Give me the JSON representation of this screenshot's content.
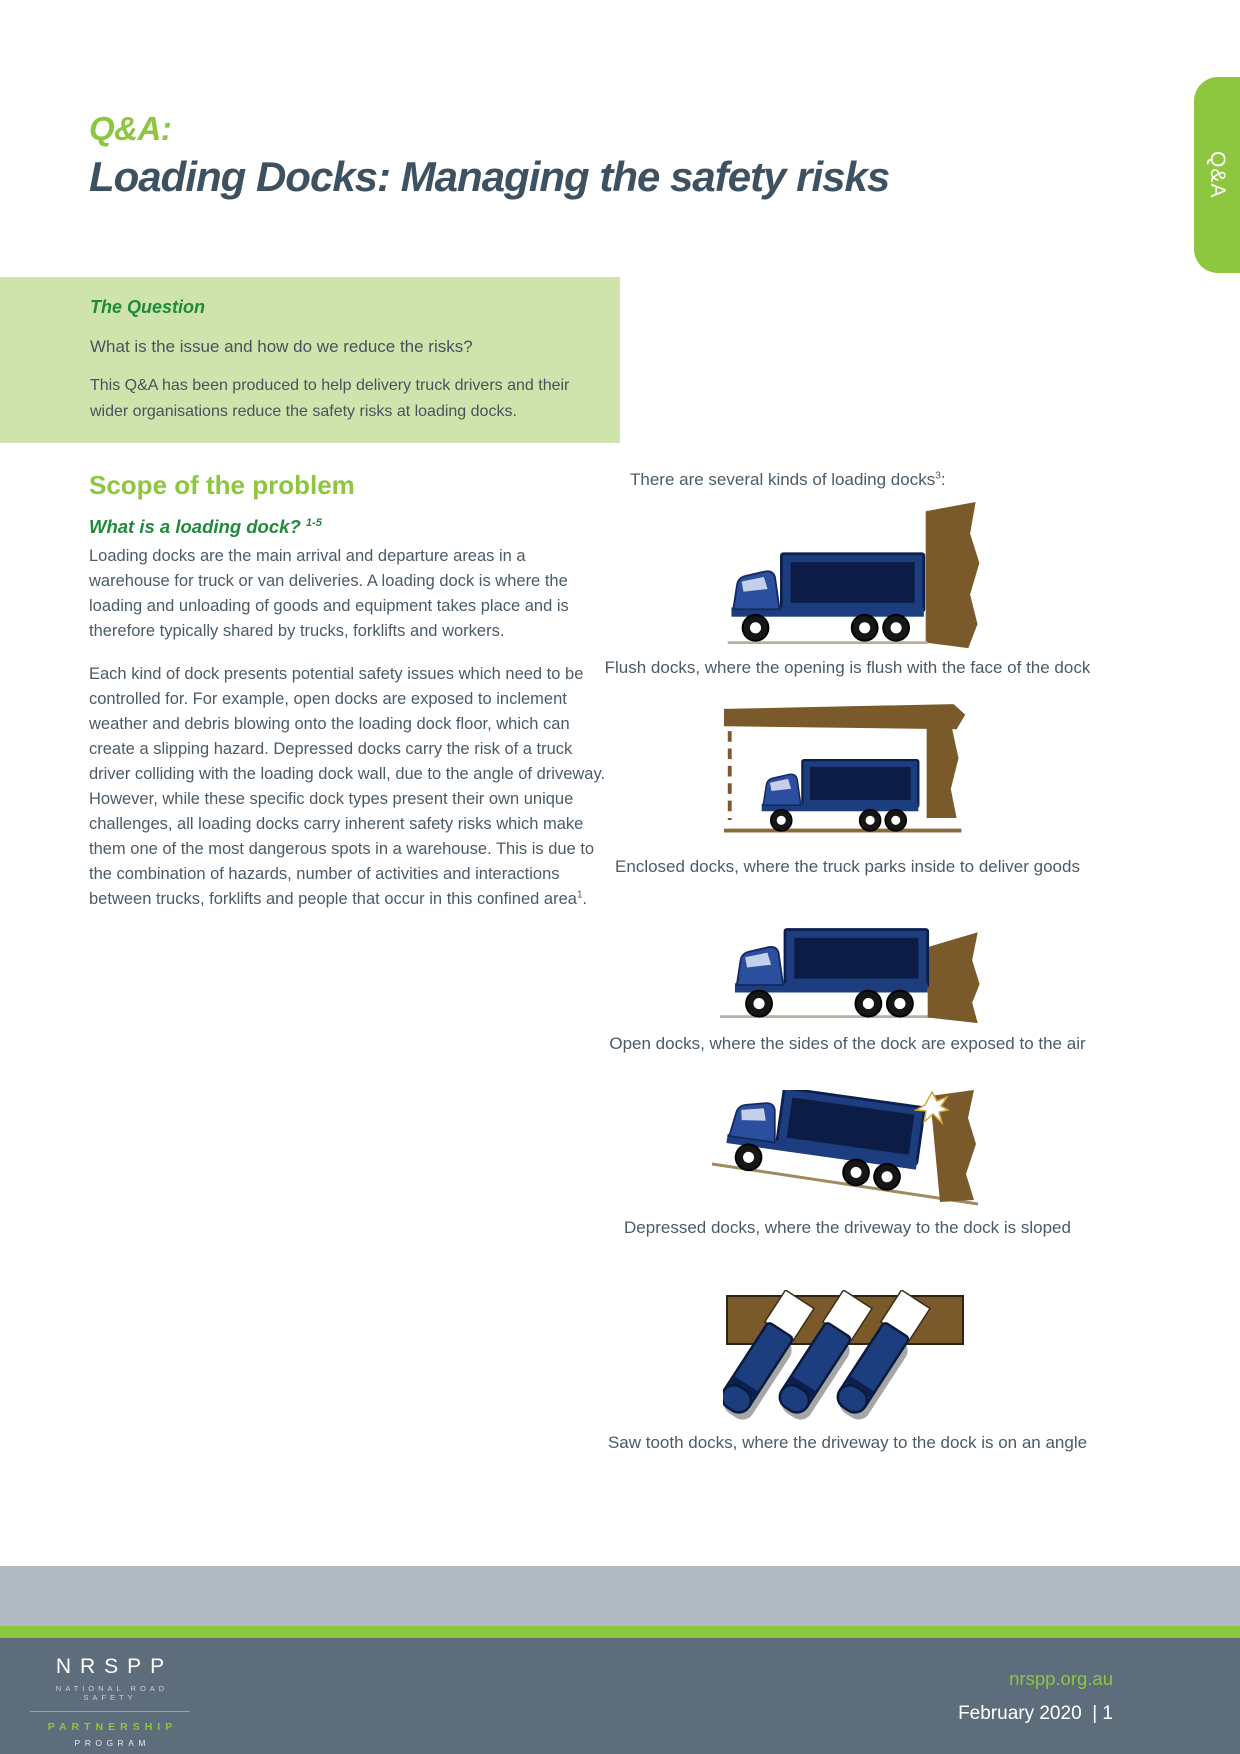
{
  "sidebar_tab": {
    "label": "Q&A"
  },
  "header": {
    "kicker": "Q&A:",
    "title": "Loading Docks: Managing the safety risks"
  },
  "question_box": {
    "heading": "The Question",
    "question": "What is the issue and how do we reduce the risks?",
    "description": "This Q&A has been produced to help delivery truck drivers and their wider organisations reduce the safety risks at loading docks."
  },
  "scope": {
    "heading": "Scope of the problem",
    "subheading": "What is a loading dock?",
    "subheading_ref": "1-5",
    "para1": "Loading docks are the main arrival and departure areas in a warehouse for truck or van deliveries. A loading dock is where the loading and unloading of goods and equipment takes place and is therefore typically shared by trucks, forklifts and workers.",
    "para2": "Each kind of dock presents potential safety issues which need to be controlled for. For example, open docks are exposed to inclement weather and debris blowing onto the loading dock floor, which can create a slipping hazard. Depressed docks carry the risk of a truck driver colliding with the loading dock wall, due to the angle of driveway. However, while these specific dock types present their own unique challenges, all loading docks carry inherent safety risks which make them one of the most dangerous spots in a warehouse. This is due to the combination of hazards, number of activities and interactions between trucks, forklifts and people that occur in this confined area",
    "para2_ref": "1",
    "para2_suffix": "."
  },
  "dock_types": {
    "intro": "There are several kinds of loading docks",
    "intro_ref": "3",
    "intro_suffix": ":",
    "items": [
      {
        "icon": "flush-dock-illustration",
        "caption": "Flush docks, where the opening is flush with the face of the dock"
      },
      {
        "icon": "enclosed-dock-illustration",
        "caption": "Enclosed docks, where the truck parks inside to deliver goods"
      },
      {
        "icon": "open-dock-illustration",
        "caption": "Open docks, where the sides of the dock are exposed to the air"
      },
      {
        "icon": "depressed-dock-illustration",
        "caption": "Depressed docks, where the driveway to the dock is sloped"
      },
      {
        "icon": "sawtooth-dock-illustration",
        "caption": "Saw tooth docks, where the driveway to the dock is on an angle"
      }
    ]
  },
  "footer": {
    "logo": {
      "acronym": "NRSPP",
      "tagline": "NATIONAL ROAD SAFETY",
      "line_partnership": "PARTNERSHIP",
      "line_program": "PROGRAM"
    },
    "website": "nrspp.org.au",
    "date": "February 2020",
    "page_separator": "|",
    "page_number": "1"
  },
  "colors": {
    "accent_green": "#8dc63f",
    "dark_green": "#1e8a3c",
    "heading_slate": "#3d5160",
    "body_slate": "#4b5b66",
    "question_box_bg": "#cfe3ac",
    "footer_slate": "#5e6d7b",
    "top_bar_gray": "#b1b9c2",
    "truck_blue": "#1d3e7e",
    "dock_brown": "#7a592b"
  }
}
